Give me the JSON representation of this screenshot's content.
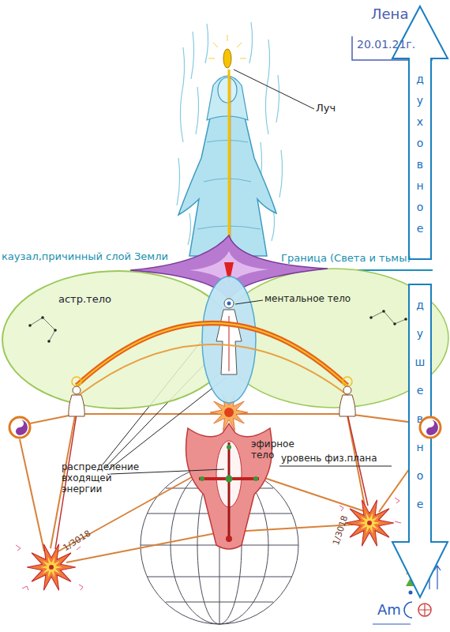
{
  "diagram": {
    "nodes": [
      {
        "text": [
          "духовное"
        ]
      },
      {
        "text": [
          "астр.тело"
        ]
      },
      {
        "text": [
          "душевное"
        ]
      }
    ],
    "labels": [
      "Лена",
      "20.01.21г.",
      "Луч",
      "каузал,причинный слой Земли",
      "Граница (Света и тьмы)",
      "ментальное тело",
      "эфирное тело",
      "уровень физ.плана",
      "распределение входящей энергии",
      "1/3018",
      "1/3018",
      "Am"
    ]
  }
}
